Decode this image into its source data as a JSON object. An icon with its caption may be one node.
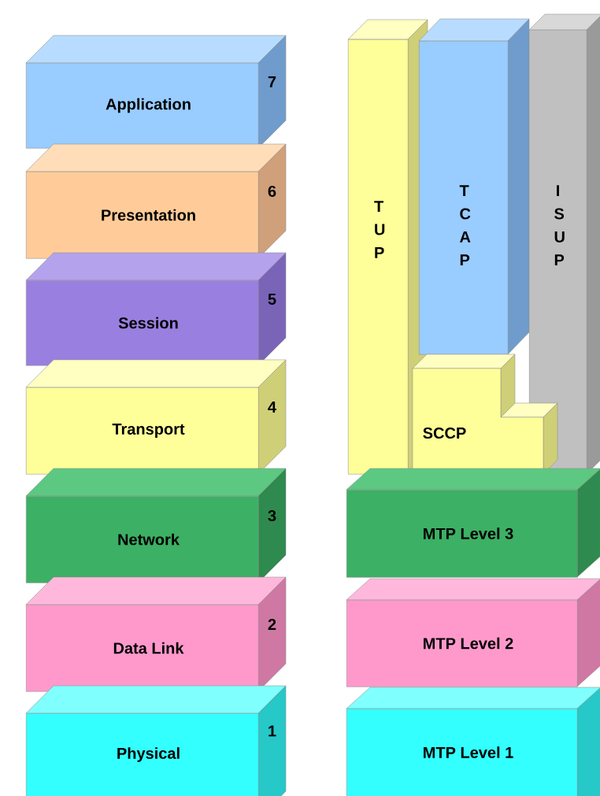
{
  "diagram": {
    "nodes": [
      {
        "text": [
          "Application",
          "7"
        ]
      },
      {
        "text": [
          "Presentation",
          "6"
        ]
      },
      {
        "text": [
          "Session",
          "5"
        ]
      },
      {
        "text": [
          "Transport",
          "4"
        ]
      },
      {
        "text": [
          "Network",
          "3"
        ]
      },
      {
        "text": [
          "Data Link",
          "2"
        ]
      },
      {
        "text": [
          "Physical",
          "1"
        ]
      },
      {
        "text": [
          "T U P"
        ]
      },
      {
        "text": [
          "T C A P"
        ]
      },
      {
        "text": [
          "I S U P"
        ]
      },
      {
        "text": [
          "SCCP"
        ]
      },
      {
        "text": [
          "MTP Level 3"
        ]
      },
      {
        "text": [
          "MTP Level 2"
        ]
      },
      {
        "text": [
          "MTP Level 1"
        ]
      }
    ]
  }
}
